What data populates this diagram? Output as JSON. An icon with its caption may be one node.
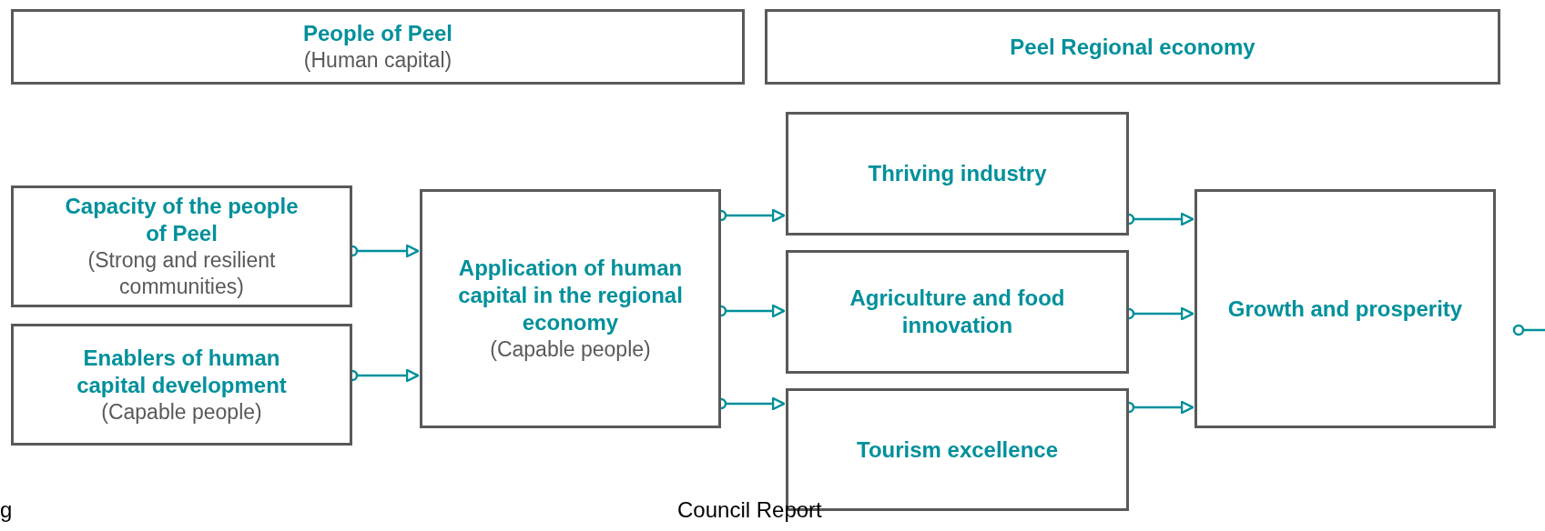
{
  "diagram": {
    "nodes": [
      {
        "text": [
          "People of Peel",
          "(Human capital)"
        ]
      },
      {
        "text": [
          "Peel Regional economy"
        ]
      },
      {
        "text": [
          "Capacity of the people of Peel",
          "(Strong and resilient communities)"
        ]
      },
      {
        "text": [
          "Enablers of human capital development",
          "(Capable people)"
        ]
      },
      {
        "text": [
          "Application of human capital in the regional economy",
          "(Capable people)"
        ]
      },
      {
        "text": [
          "Thriving industry"
        ]
      },
      {
        "text": [
          "Agriculture and food innovation"
        ]
      },
      {
        "text": [
          "Tourism excellence"
        ]
      },
      {
        "text": [
          "Growth and prosperity"
        ]
      }
    ],
    "edges": [
      {
        "from": 2,
        "to": 4,
        "arrow": "to"
      },
      {
        "from": 3,
        "to": 4,
        "arrow": "to"
      },
      {
        "from": 4,
        "to": 5,
        "arrow": "to"
      },
      {
        "from": 4,
        "to": 6,
        "arrow": "to"
      },
      {
        "from": 4,
        "to": 7,
        "arrow": "to"
      },
      {
        "from": 5,
        "to": 8,
        "arrow": "to"
      },
      {
        "from": 6,
        "to": 8,
        "arrow": "to"
      },
      {
        "from": 7,
        "to": 8,
        "arrow": "to"
      },
      {
        "from": 8,
        "to": null,
        "arrow": "other"
      }
    ],
    "labels": [
      "g",
      "Council Report"
    ]
  }
}
